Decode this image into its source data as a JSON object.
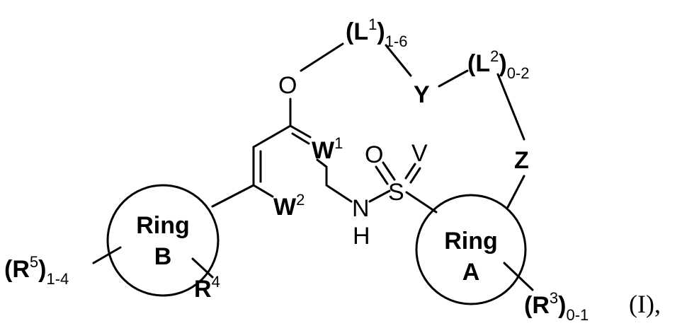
{
  "labels": {
    "O": "O",
    "L1": "L",
    "L1_sup": "1",
    "L1_sub": "1-6",
    "Y": "Y",
    "L2": "L",
    "L2_sup": "2",
    "L2_sub": "0-2",
    "Z": "Z",
    "W1": "W",
    "W1_sup": "1",
    "W2": "W",
    "W2_sup": "2",
    "S_O": "O",
    "V": "V",
    "S": "S",
    "N": "N",
    "H": "H",
    "ringB_1": "Ring",
    "ringB_2": "B",
    "ringA_1": "Ring",
    "ringA_2": "A",
    "R5": "R",
    "R5_sup": "5",
    "R5_sub": "1-4",
    "R4": "R",
    "R4_sup": "4",
    "R3": "R",
    "R3_sup": "3",
    "R3_sub": "0-1",
    "formula": "(I),"
  }
}
